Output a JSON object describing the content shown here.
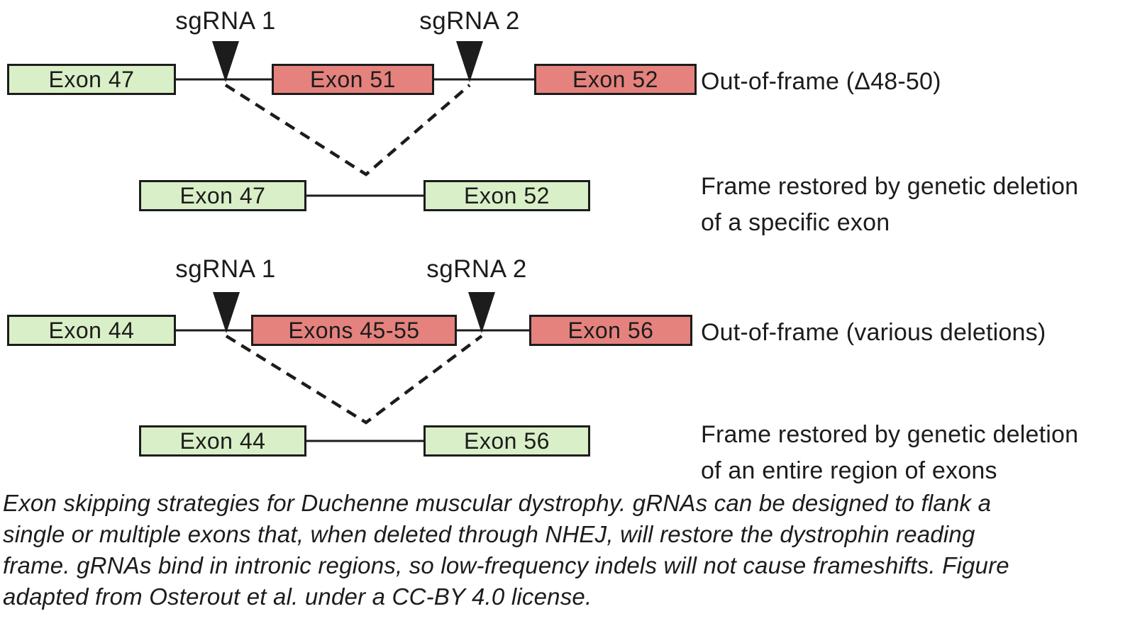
{
  "colors": {
    "exon-in-frame": "#d9efc7",
    "exon-out-frame": "#e5827e",
    "ink": "#1c1c1c",
    "background": "#ffffff"
  },
  "strategy1": {
    "sgrna1_label": "sgRNA 1",
    "sgrna2_label": "sgRNA 2",
    "before": {
      "exons": [
        {
          "label": "Exon 47",
          "state": "in-frame"
        },
        {
          "label": "Exon 51",
          "state": "out-of-frame"
        },
        {
          "label": "Exon 52",
          "state": "out-of-frame"
        }
      ],
      "annotation": "Out-of-frame (Δ48-50)"
    },
    "after": {
      "exons": [
        {
          "label": "Exon 47",
          "state": "in-frame"
        },
        {
          "label": "Exon 52",
          "state": "in-frame"
        }
      ],
      "annotation": "Frame restored by genetic deletion\nof a specific exon"
    }
  },
  "strategy2": {
    "sgrna1_label": "sgRNA 1",
    "sgrna2_label": "sgRNA 2",
    "before": {
      "exons": [
        {
          "label": "Exon 44",
          "state": "in-frame"
        },
        {
          "label": "Exons 45-55",
          "state": "out-of-frame"
        },
        {
          "label": "Exon 56",
          "state": "out-of-frame"
        }
      ],
      "annotation": "Out-of-frame (various deletions)"
    },
    "after": {
      "exons": [
        {
          "label": "Exon 44",
          "state": "in-frame"
        },
        {
          "label": "Exon 56",
          "state": "in-frame"
        }
      ],
      "annotation": "Frame restored by genetic deletion\nof an entire region of exons"
    }
  },
  "caption": {
    "lines": [
      "Exon skipping strategies for Duchenne muscular dystrophy. gRNAs can be designed to flank a",
      "single or multiple exons that, when deleted through NHEJ, will restore the dystrophin reading",
      "frame. gRNAs bind in intronic regions, so low-frequency indels will not cause frameshifts. Figure",
      "adapted from Osterout et al. under a CC-BY 4.0 license."
    ]
  }
}
